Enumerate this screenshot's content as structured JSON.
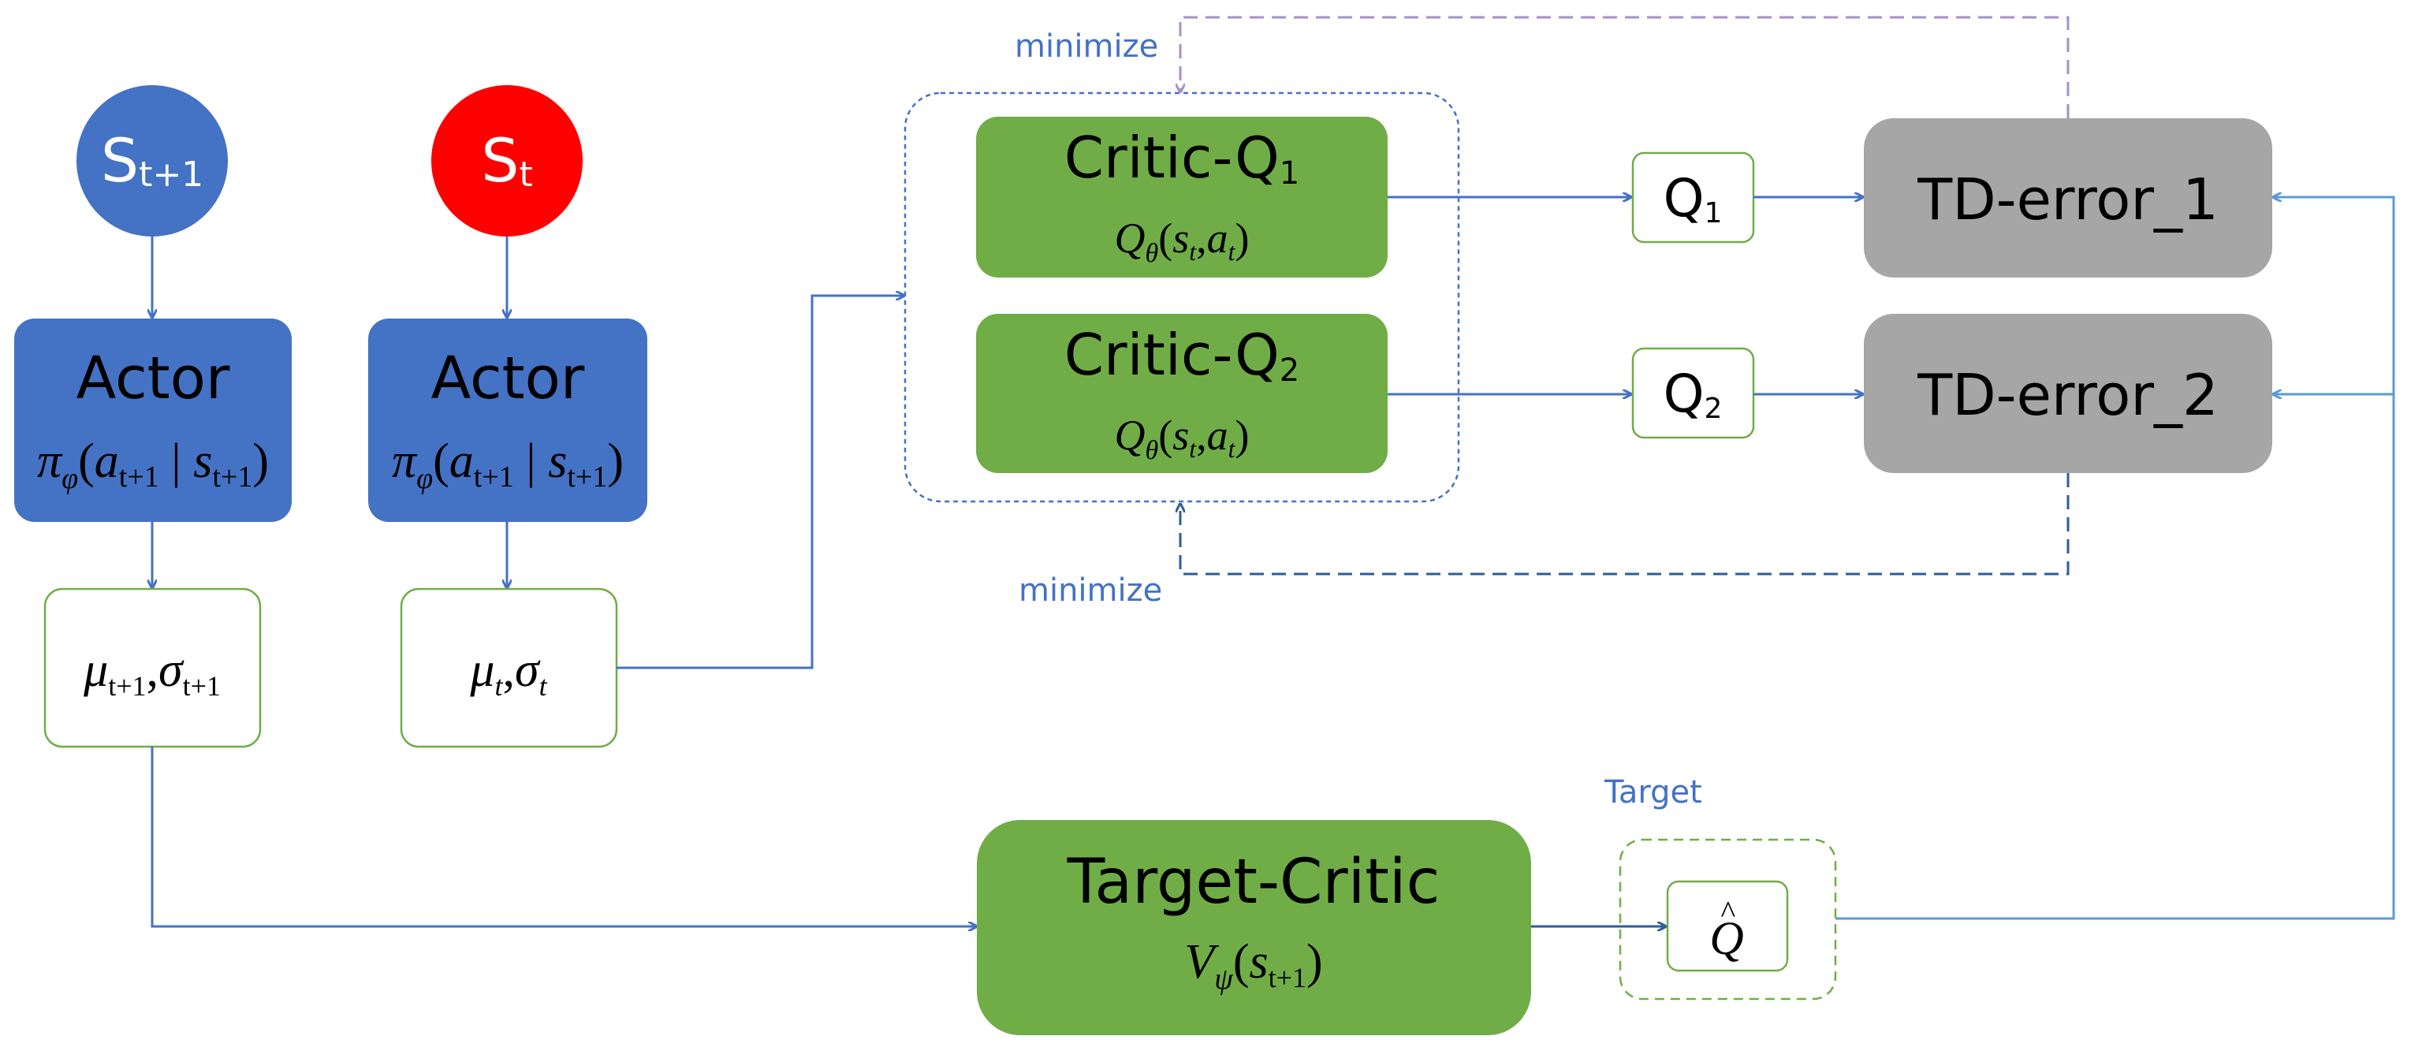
{
  "colors": {
    "actor_blue": "#4472C4",
    "state_red": "#FF0000",
    "critic_green": "#70AD47",
    "td_gray": "#A6A6A6",
    "arrow_blue": "#4472C4",
    "arrow_light_blue": "#5B9BD5",
    "minimize_purple": "#A591C8",
    "white": "#FFFFFF"
  },
  "states": {
    "s_next": {
      "base": "S",
      "sub": "t+1"
    },
    "s_t": {
      "base": "S",
      "sub": "t"
    }
  },
  "actors": {
    "left": {
      "title": "Actor",
      "pi": "π",
      "phi": "φ",
      "a": "a",
      "a_sub": "t+1",
      "bar": "|",
      "s": "s",
      "s_sub": "t+1"
    },
    "right": {
      "title": "Actor",
      "pi": "π",
      "phi": "φ",
      "a": "a",
      "a_sub": "t+1",
      "bar": "|",
      "s": "s",
      "s_sub": "t+1"
    }
  },
  "outputs": {
    "left": {
      "mu": "μ",
      "mu_sub": "t+1",
      "comma": ",",
      "sigma": "σ",
      "sigma_sub": "t+1"
    },
    "right": {
      "mu": "μ",
      "mu_sub": "t",
      "comma": ",",
      "sigma": "σ",
      "sigma_sub": "t"
    }
  },
  "critics": {
    "q1": {
      "title": "Critic-Q",
      "title_sub": "1",
      "Q": "Q",
      "theta": "θ",
      "s": "s",
      "s_sub": "t",
      "a": "a",
      "a_sub": "t"
    },
    "q2": {
      "title": "Critic-Q",
      "title_sub": "2",
      "Q": "Q",
      "theta": "θ",
      "s": "s",
      "s_sub": "t",
      "a": "a",
      "a_sub": "t"
    }
  },
  "q_boxes": {
    "q1": {
      "base": "Q",
      "sub": "1"
    },
    "q2": {
      "base": "Q",
      "sub": "2"
    }
  },
  "td_errors": {
    "e1": "TD-error_1",
    "e2": "TD-error_2"
  },
  "target_critic": {
    "title": "Target-Critic",
    "V": "V",
    "psi": "ψ",
    "s": "s",
    "s_sub": "t+1"
  },
  "target": {
    "label": "Target",
    "hat": "^",
    "Q": "Q"
  },
  "labels": {
    "minimize_top": "minimize",
    "minimize_bottom": "minimize"
  }
}
